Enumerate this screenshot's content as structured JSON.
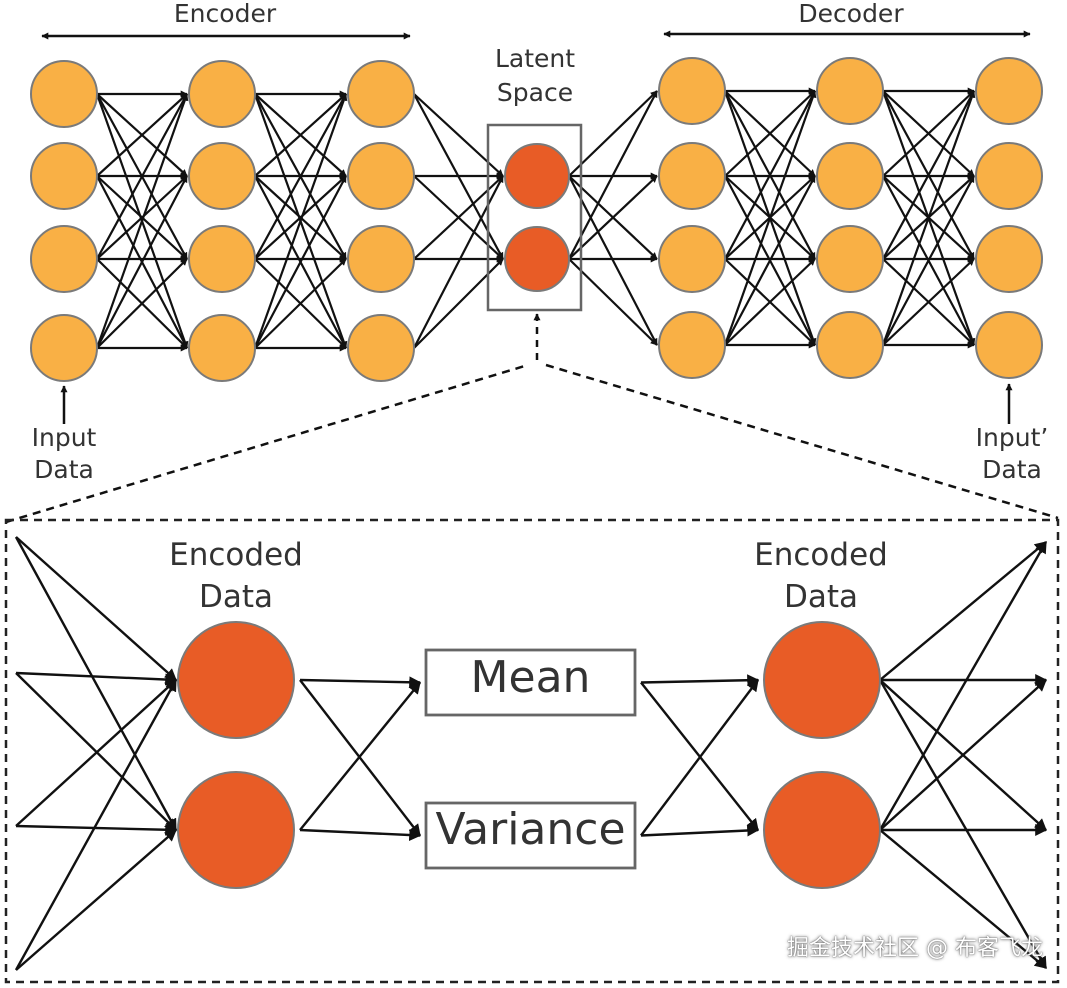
{
  "labels": {
    "encoder": "Encoder",
    "decoder": "Decoder",
    "latent_line1": "Latent",
    "latent_line2": "Space",
    "input_line1": "Input",
    "input_line2": "Data",
    "output_line1": "Input’",
    "output_line2": "Data",
    "encoded_left_line1": "Encoded",
    "encoded_left_line2": "Data",
    "encoded_right_line1": "Encoded",
    "encoded_right_line2": "Data",
    "mean": "Mean",
    "variance": "Variance"
  },
  "watermark": "掘金技术社区 @ 布客飞龙",
  "colors": {
    "node_fill": "#F9B045",
    "latent_fill": "#E85C26",
    "node_stroke": "#7a7a7a",
    "line": "#111111",
    "box": "#666666"
  }
}
